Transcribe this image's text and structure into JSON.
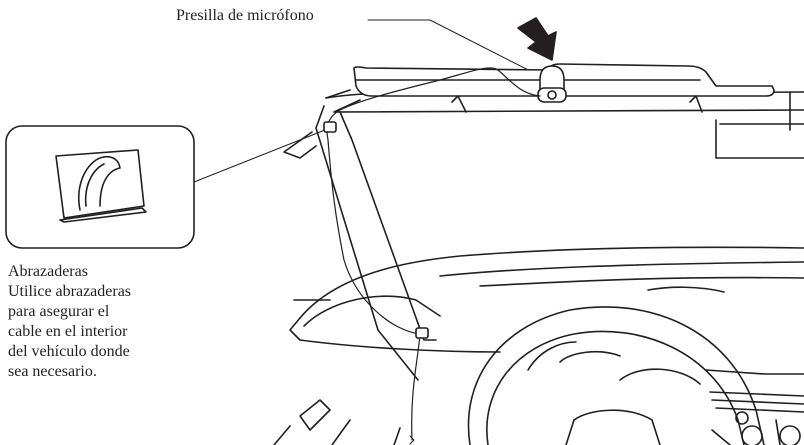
{
  "labels": {
    "mic_clip": "Presilla de micrófono",
    "clamps_title": "Abrazaderas",
    "clamps_desc": [
      "Utilice abrazaderas",
      "para asegurar el",
      "cable en el interior",
      "del vehículo donde",
      "sea necesario."
    ]
  },
  "colors": {
    "line": "#231f20",
    "fill": "#ffffff"
  },
  "icons": {
    "arrow": "down-arrow-icon",
    "clip": "microphone-clip-icon",
    "clamp": "cable-clamp-icon"
  }
}
